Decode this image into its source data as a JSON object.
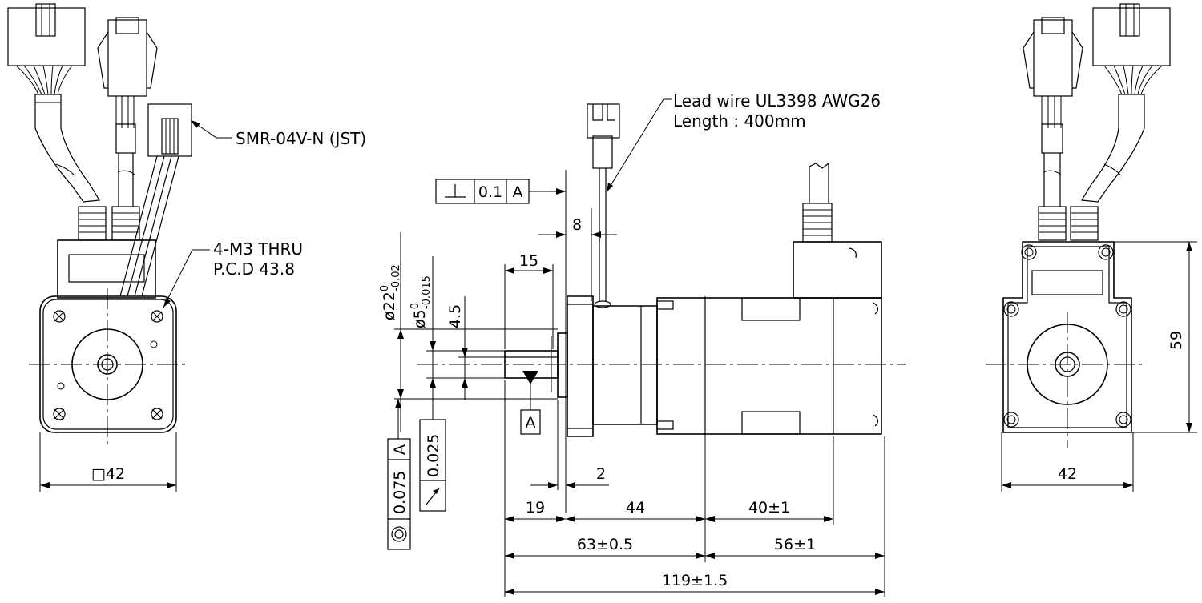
{
  "labels": {
    "connector": "SMR-04V-N (JST)",
    "holes_line1": "4-M3 THRU",
    "holes_line2": "P.C.D 43.8",
    "lead_line1": "Lead wire UL3398 AWG26",
    "lead_line2": "Length : 400mm"
  },
  "datum": "A",
  "tolerances": {
    "perpendicularity": {
      "value": "0.1",
      "datum": "A"
    },
    "concentricity": {
      "value": "0.075",
      "datum": "A"
    },
    "runout": {
      "value": "0.025"
    }
  },
  "dimensions": {
    "shaft_dia": "ø22",
    "shaft_dia_tol": "-0.02",
    "shaft_dia_tol_upper": "0",
    "inner_dia": "ø5",
    "inner_dia_tol": "-0.015",
    "inner_dia_tol_upper": "0",
    "flat": "4.5",
    "flat_len": "15",
    "lead_pos": "8",
    "flange": "2",
    "shaft_len": "19",
    "body_front": "44",
    "body_rear": "40±1",
    "front_total": "63±0.5",
    "rear_total": "56±1",
    "overall": "119±1.5",
    "square_left": "□42",
    "square_right": "42",
    "height_right": "59"
  }
}
